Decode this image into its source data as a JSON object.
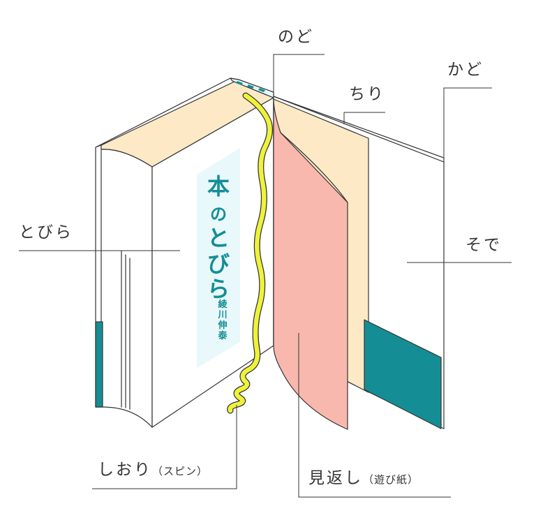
{
  "labels": {
    "nodo": "のど",
    "kado": "かど",
    "chiri": "ちり",
    "tobira": "とびら",
    "sode": "そで",
    "shiori_main": "しおり",
    "shiori_sub": "（スピン）",
    "mikaeshi_main": "見返し",
    "mikaeshi_sub": "（遊び紙）"
  },
  "cover": {
    "title_chars": [
      "本",
      "の",
      "と",
      "び",
      "ら"
    ],
    "author_chars": [
      "綾",
      "川",
      "伸",
      "泰"
    ]
  },
  "colors": {
    "line": "#333333",
    "teal": "#148e94",
    "cover_panel": "#e8f8fb",
    "endpaper_pink": "#f9b8ad",
    "page_cream": "#fde9c6",
    "bookmark": "#eef23a",
    "cover_white": "#ffffff"
  },
  "icons": [
    "book-illustration",
    "bookmark-ribbon"
  ]
}
